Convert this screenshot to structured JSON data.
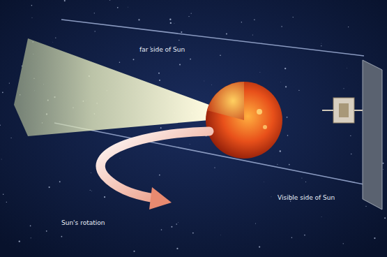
{
  "diagram": {
    "labels": [
      "far side of Sun",
      "Visible side of Sun",
      "Sun's rotation"
    ]
  }
}
